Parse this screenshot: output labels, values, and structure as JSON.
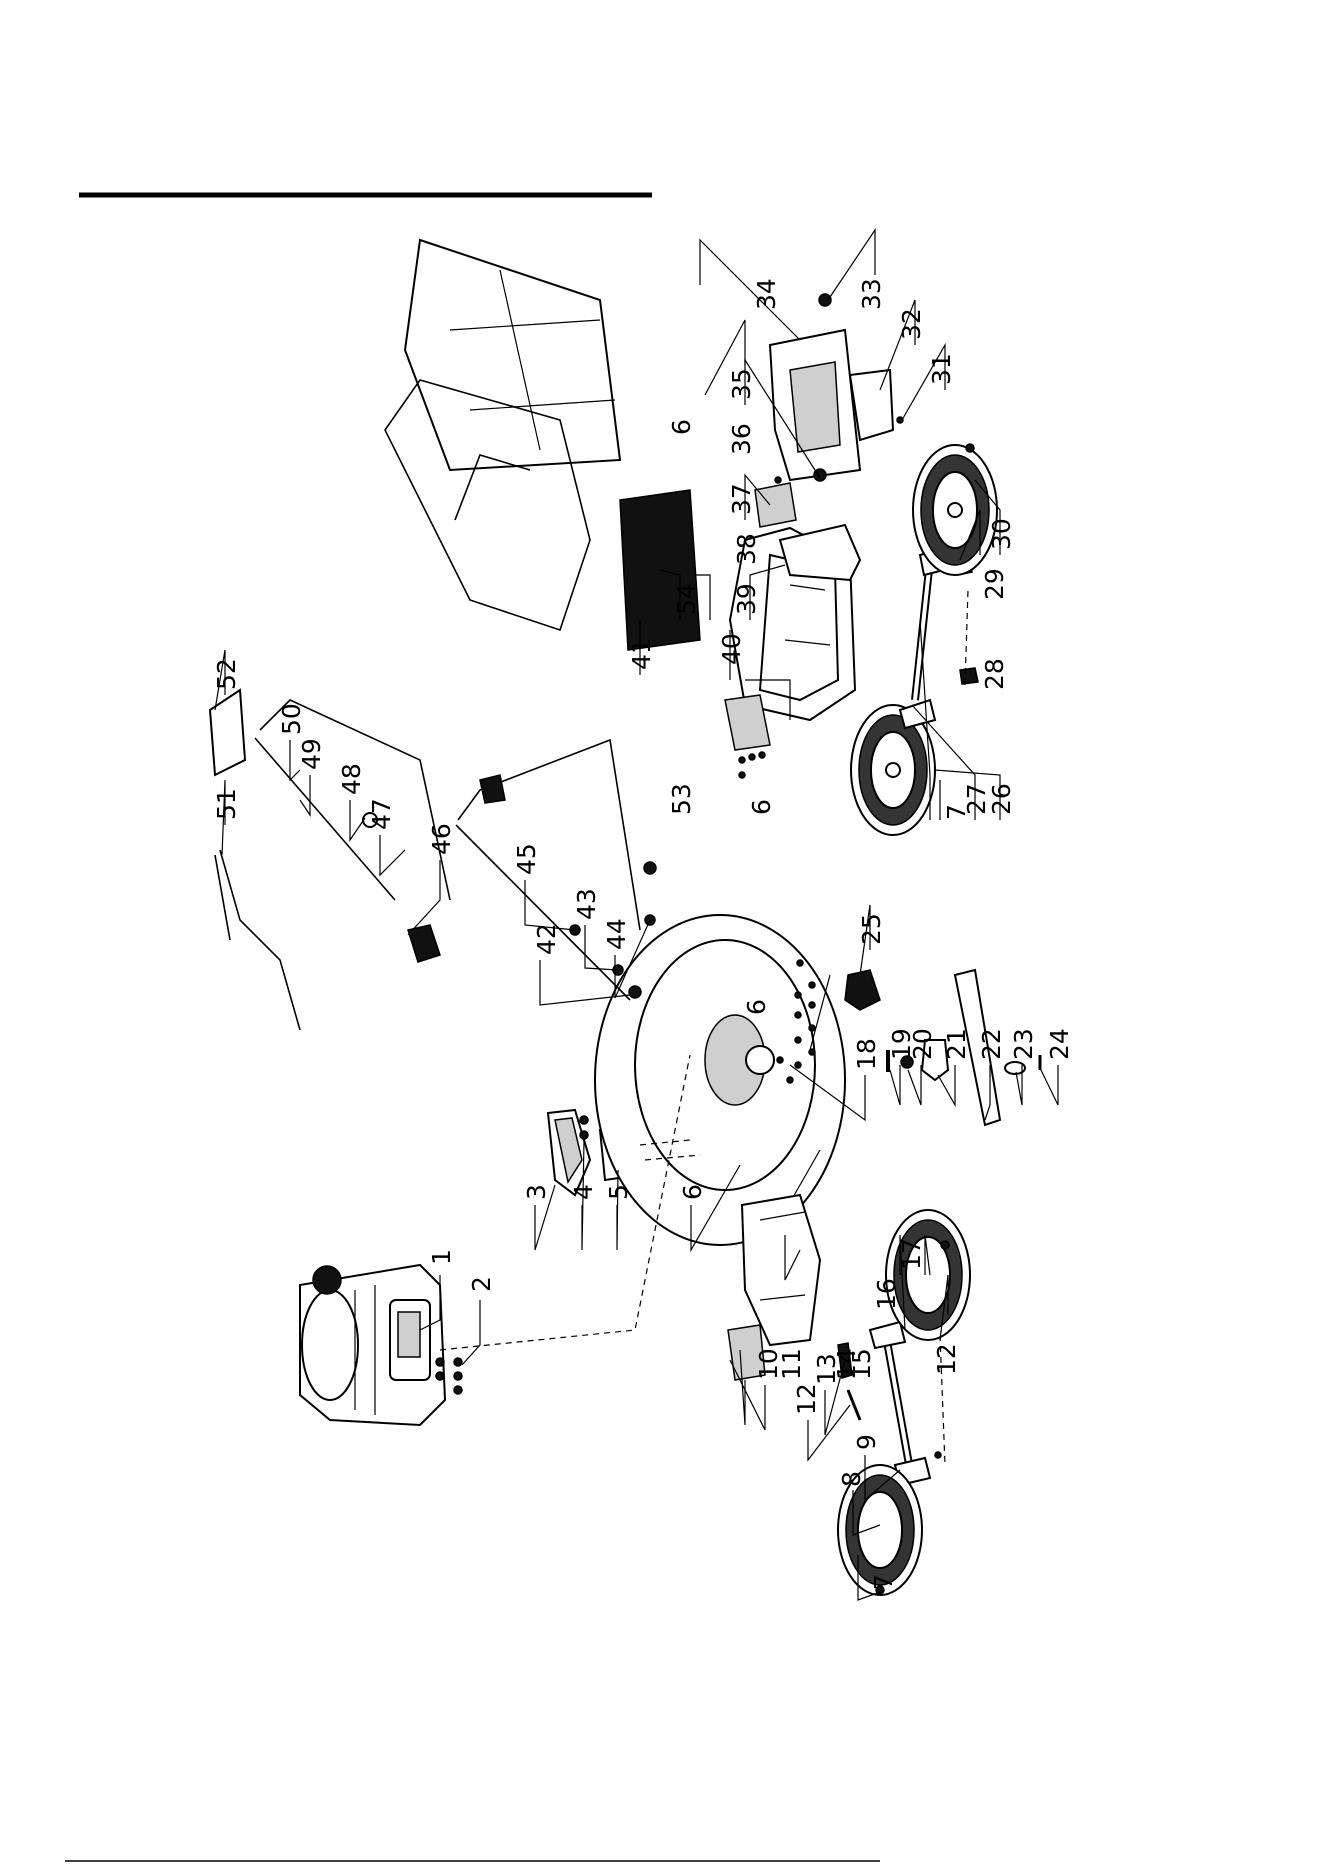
{
  "diagram": {
    "type": "exploded-parts-view",
    "labels": [
      "1",
      "2",
      "3",
      "4",
      "5",
      "6",
      "7",
      "8",
      "9",
      "10",
      "11",
      "12",
      "13",
      "14",
      "15",
      "16",
      "17",
      "18",
      "19",
      "20",
      "21",
      "22",
      "23",
      "24",
      "25",
      "26",
      "27",
      "28",
      "29",
      "30",
      "31",
      "32",
      "33",
      "34",
      "35",
      "36",
      "37",
      "38",
      "39",
      "40",
      "41",
      "42",
      "43",
      "44",
      "45",
      "46",
      "47",
      "48",
      "49",
      "50",
      "51",
      "52",
      "53",
      "54",
      "6",
      "6",
      "6",
      "7",
      "12"
    ]
  }
}
